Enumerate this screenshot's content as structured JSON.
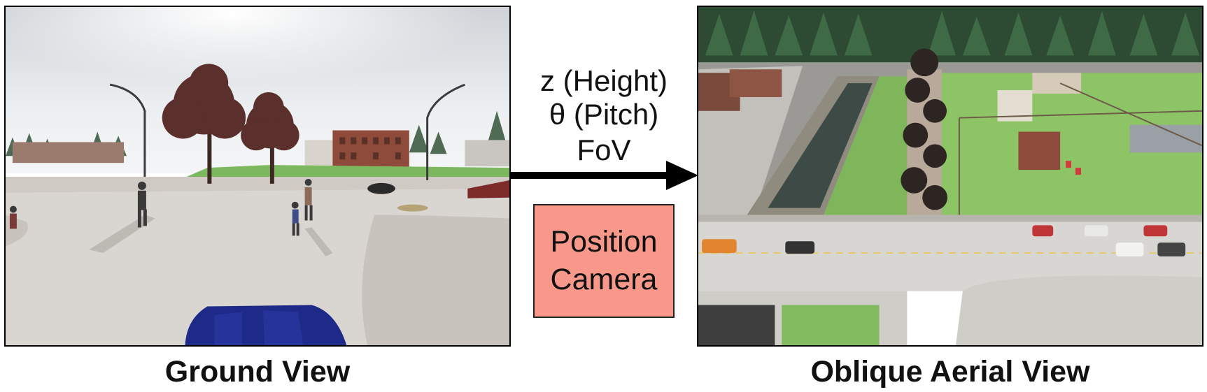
{
  "figure": {
    "left_caption": "Ground View",
    "right_caption": "Oblique Aerial View",
    "parameters": [
      "z (Height)",
      "θ (Pitch)",
      "FoV"
    ],
    "process_box": {
      "line1": "Position",
      "line2": "Camera",
      "fill": "#f8988a"
    },
    "arrow_color": "#000000"
  }
}
